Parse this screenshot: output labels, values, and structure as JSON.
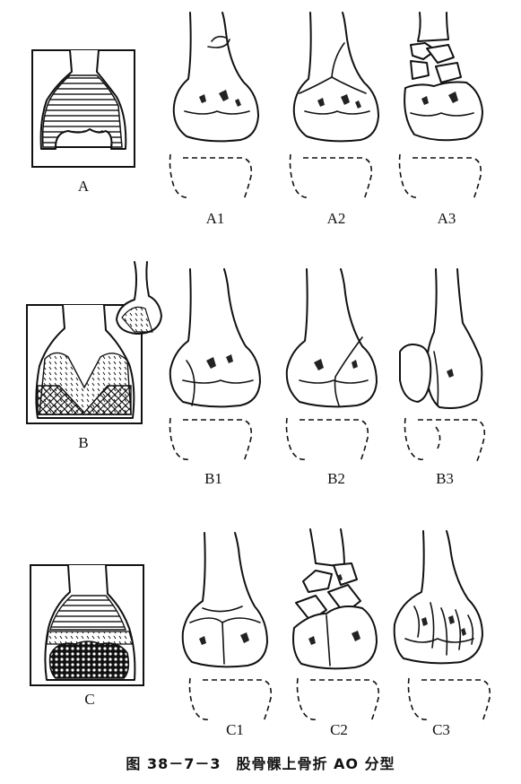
{
  "figure": {
    "caption": "图 38－7－3　股骨髁上骨折 AO 分型"
  },
  "groups": [
    {
      "key": "A",
      "label": "A",
      "subtypes": [
        "A1",
        "A2",
        "A3"
      ]
    },
    {
      "key": "B",
      "label": "B",
      "subtypes": [
        "B1",
        "B2",
        "B3"
      ]
    },
    {
      "key": "C",
      "label": "C",
      "subtypes": [
        "C1",
        "C2",
        "C3"
      ]
    }
  ]
}
